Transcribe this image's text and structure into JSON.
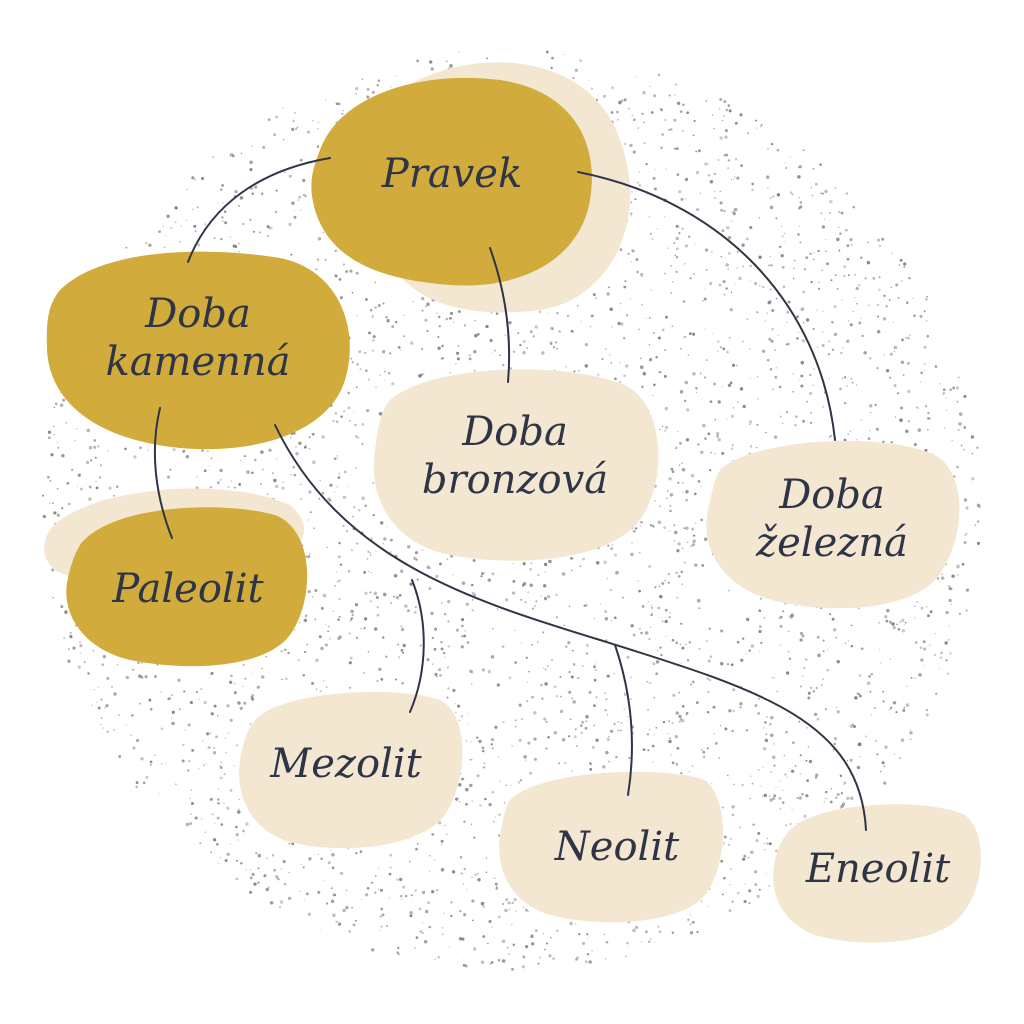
{
  "colors": {
    "primary_node": "#d1ab3b",
    "secondary_node": "#f4e7d1",
    "accent_shadow": "#f4e7d1",
    "line": "#2e3547",
    "text": "#2e3547",
    "speckle": "#6f6f6f"
  },
  "nodes": {
    "pravek": {
      "label": "Pravek"
    },
    "doba_kamenna": {
      "line1": "Doba",
      "line2": "kamenná"
    },
    "doba_bronzova": {
      "line1": "Doba",
      "line2": "bronzová"
    },
    "doba_zelezna": {
      "line1": "Doba",
      "line2": "železná"
    },
    "paleolit": {
      "label": "Paleolit"
    },
    "mezolit": {
      "label": "Mezolit"
    },
    "neolit": {
      "label": "Neolit"
    },
    "eneolit": {
      "label": "Eneolit"
    }
  }
}
